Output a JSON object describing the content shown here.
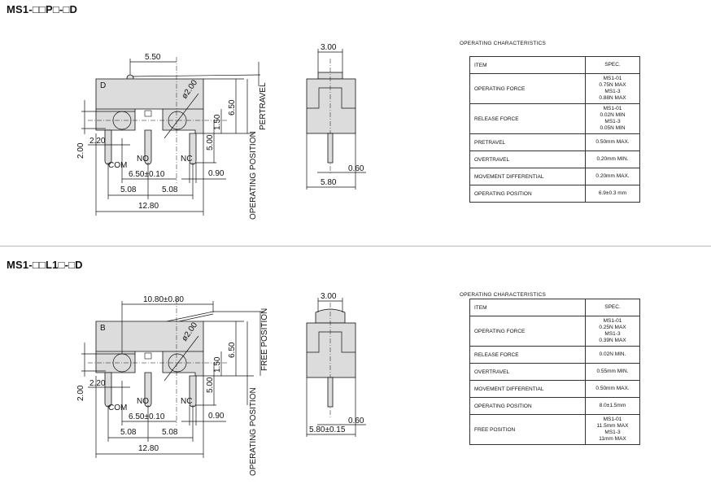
{
  "sections": [
    {
      "title": "MS1-□□P□-□D",
      "caption": "OPERATING CHARACTERISTICS",
      "dims": {
        "top": "5.50",
        "dia": "ø2.00",
        "d150": "1.50",
        "d650": "6.50",
        "pretravel": "PERTRAVEL",
        "op_pos": "OPERATING  POSITION",
        "d500": "5.00",
        "d200": "2.00",
        "d220": "2.20",
        "com": "COM",
        "no": "NO",
        "nc": "NC",
        "pitch": "6.50±0.10",
        "d090": "0.90",
        "p1": "5.08",
        "p2": "5.08",
        "width": "12.80",
        "side_top": "3.00",
        "side_pin": "0.60",
        "side_w": "5.80",
        "mark": "D"
      },
      "table": {
        "header": [
          "ITEM",
          "SPEC."
        ],
        "rows": [
          [
            "OPERATING  FORCE",
            [
              "MS1-01",
              "0.75N  MAX",
              "MS1-3",
              "0.88N  MAX"
            ]
          ],
          [
            "RELEASE  FORCE",
            [
              "MS1-01",
              "0.02N  MIN",
              "MS1-3",
              "0.05N  MIN"
            ]
          ],
          [
            "PRETRAVEL",
            [
              "0.50mm  MAX."
            ]
          ],
          [
            "OVERTRAVEL",
            [
              "0.20mm  MIN."
            ]
          ],
          [
            "MOVEMENT  DIFFERENTIAL",
            [
              "0.20mm  MAX."
            ]
          ],
          [
            "OPERATING  POSITION",
            [
              "6.9±0.3  mm"
            ]
          ]
        ]
      }
    },
    {
      "title": "MS1-□□L1□-□D",
      "caption": "OPERATING CHARACTERISTICS",
      "dims": {
        "top": "10.80±0.80",
        "dia": "ø2.00",
        "d150": "1.50",
        "d650": "6.50",
        "free_pos": "FREE  POSITION",
        "op_pos": "OPERATING  POSITION",
        "d500": "5.00",
        "d200": "2.00",
        "d220": "2.20",
        "com": "COM",
        "no": "NO",
        "nc": "NC",
        "pitch": "6.50±0.10",
        "d090": "0.90",
        "p1": "5.08",
        "p2": "5.08",
        "width": "12.80",
        "side_top": "3.00",
        "side_pin": "0.60",
        "side_w": "5.80±0.15",
        "mark": "B"
      },
      "table": {
        "header": [
          "ITEM",
          "SPEC."
        ],
        "rows": [
          [
            "OPERATING  FORCE",
            [
              "MS1-01",
              "0.25N  MAX",
              "MS1-3",
              "0.39N  MAX"
            ]
          ],
          [
            "RELEASE  FORCE",
            [
              "0.02N  MIN."
            ]
          ],
          [
            "OVERTRAVEL",
            [
              "0.55mm  MIN."
            ]
          ],
          [
            "MOVEMENT  DIFFERENTIAL",
            [
              "0.50mm  MAX."
            ]
          ],
          [
            "OPERATING  POSITION",
            [
              "8.0±1.5mm"
            ]
          ],
          [
            "FREE  POSITION",
            [
              "MS1-01",
              "11.5mm  MAX",
              "MS1-3",
              "11mm  MAX"
            ]
          ]
        ]
      }
    }
  ]
}
